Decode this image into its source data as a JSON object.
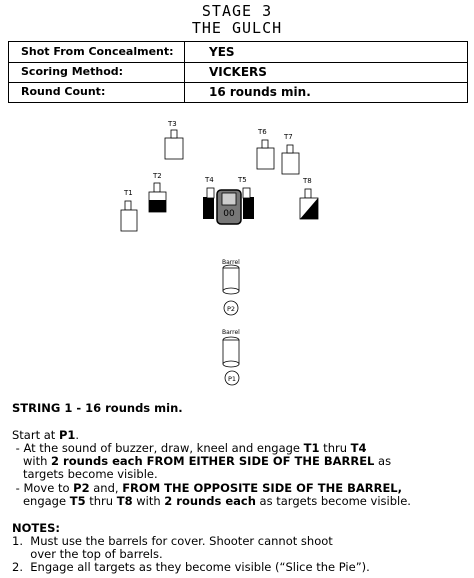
{
  "header": {
    "stage": "STAGE 3",
    "name": "THE GULCH"
  },
  "info_table": [
    {
      "label": "Shot From Concealment:",
      "value": "YES"
    },
    {
      "label": "Scoring Method:",
      "value": "VICKERS"
    },
    {
      "label": "Round Count:",
      "value": "16 rounds min."
    }
  ],
  "diagram": {
    "targets": [
      "T1",
      "T2",
      "T3",
      "T4",
      "T5",
      "T6",
      "T7",
      "T8"
    ],
    "barrel_label": "Barrel",
    "positions": [
      "P1",
      "P2"
    ]
  },
  "string": {
    "heading": "STRING 1 - 16 rounds min.",
    "start_prefix": "Start at ",
    "start_pos": "P1",
    "start_suffix": ".",
    "b1_a": " - At the sound of buzzer, draw, kneel and engage ",
    "b1_t1": "T1",
    "b1_thru": " thru ",
    "b1_t4": "T4",
    "b1_c": "   with ",
    "b1_rounds": "2 rounds each FROM EITHER SIDE OF THE BARREL",
    "b1_as": " as",
    "b1_d": "   targets become visible.",
    "b2_a": " - Move to ",
    "b2_p2": "P2",
    "b2_and": " and, ",
    "b2_bold": "FROM THE OPPOSITE SIDE OF THE BARREL,",
    "b2_c": "   engage ",
    "b2_t5": "T5",
    "b2_thru": " thru ",
    "b2_t8": "T8",
    "b2_with": " with ",
    "b2_rounds": "2 rounds each",
    "b2_end": " as targets become visible."
  },
  "notes": {
    "heading": "NOTES:",
    "n1a": "1.  Must use the barrels for cover. Shooter cannot shoot",
    "n1b": "     over the top of barrels.",
    "n2": "2.  Engage all targets as they become visible (“Slice the Pie”)."
  }
}
